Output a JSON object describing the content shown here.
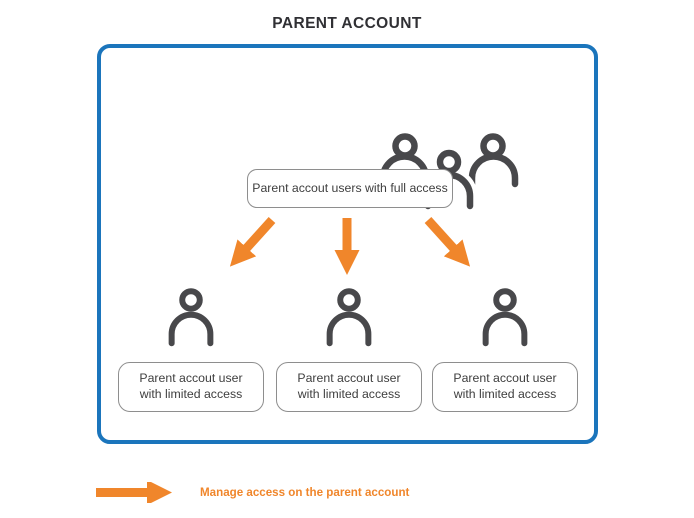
{
  "title": "PARENT ACCOUNT",
  "parent_box": {
    "full_access_label": "Parent accout users with full access",
    "limited_access_labels": [
      "Parent accout user with limited access",
      "Parent accout user with limited access",
      "Parent accout user with limited access"
    ]
  },
  "legend": {
    "label": "Manage access on the parent account"
  },
  "icons": {
    "top_group": "users-group-icon",
    "limited_users": "user-icon",
    "flow_arrows": [
      "down-left-arrow",
      "down-arrow",
      "down-right-arrow"
    ],
    "legend_arrow": "right-arrow-icon"
  },
  "colors": {
    "accent_orange": "#F0862B",
    "box_border_blue": "#1B75BC",
    "icon_gray": "#48484B",
    "label_border_gray": "#8E8E8E",
    "text_dark": "#3E3E3E",
    "title_dark": "#303034"
  }
}
